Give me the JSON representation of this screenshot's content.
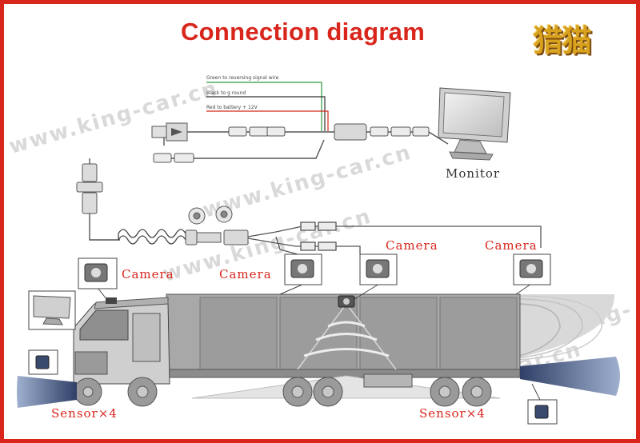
{
  "title": "Connection diagram",
  "logo_text": "猎猫",
  "watermarks": [
    "www.king-car.cn",
    "www.king-car.cn",
    "www.king-car.cn",
    "www.king-car.cn"
  ],
  "wires": {
    "green": "Green to reversing signal wire",
    "black": "Black to g round",
    "red": "Red to battery + 12V"
  },
  "labels": {
    "monitor": "Monitor",
    "camera_cab": "Camera",
    "camera_side": "Camera",
    "camera_mid": "Camera",
    "camera_rear": "Camera",
    "sensor_front": "Sensor×4",
    "sensor_rear": "Sensor×4"
  },
  "colors": {
    "accent": "#d8261c",
    "logo": "#d8a21e",
    "trailer": "#9a9a9a",
    "sensor_beam": "#3c4f7a",
    "wire_green": "#2e9a3c",
    "wire_red": "#d8261c"
  }
}
